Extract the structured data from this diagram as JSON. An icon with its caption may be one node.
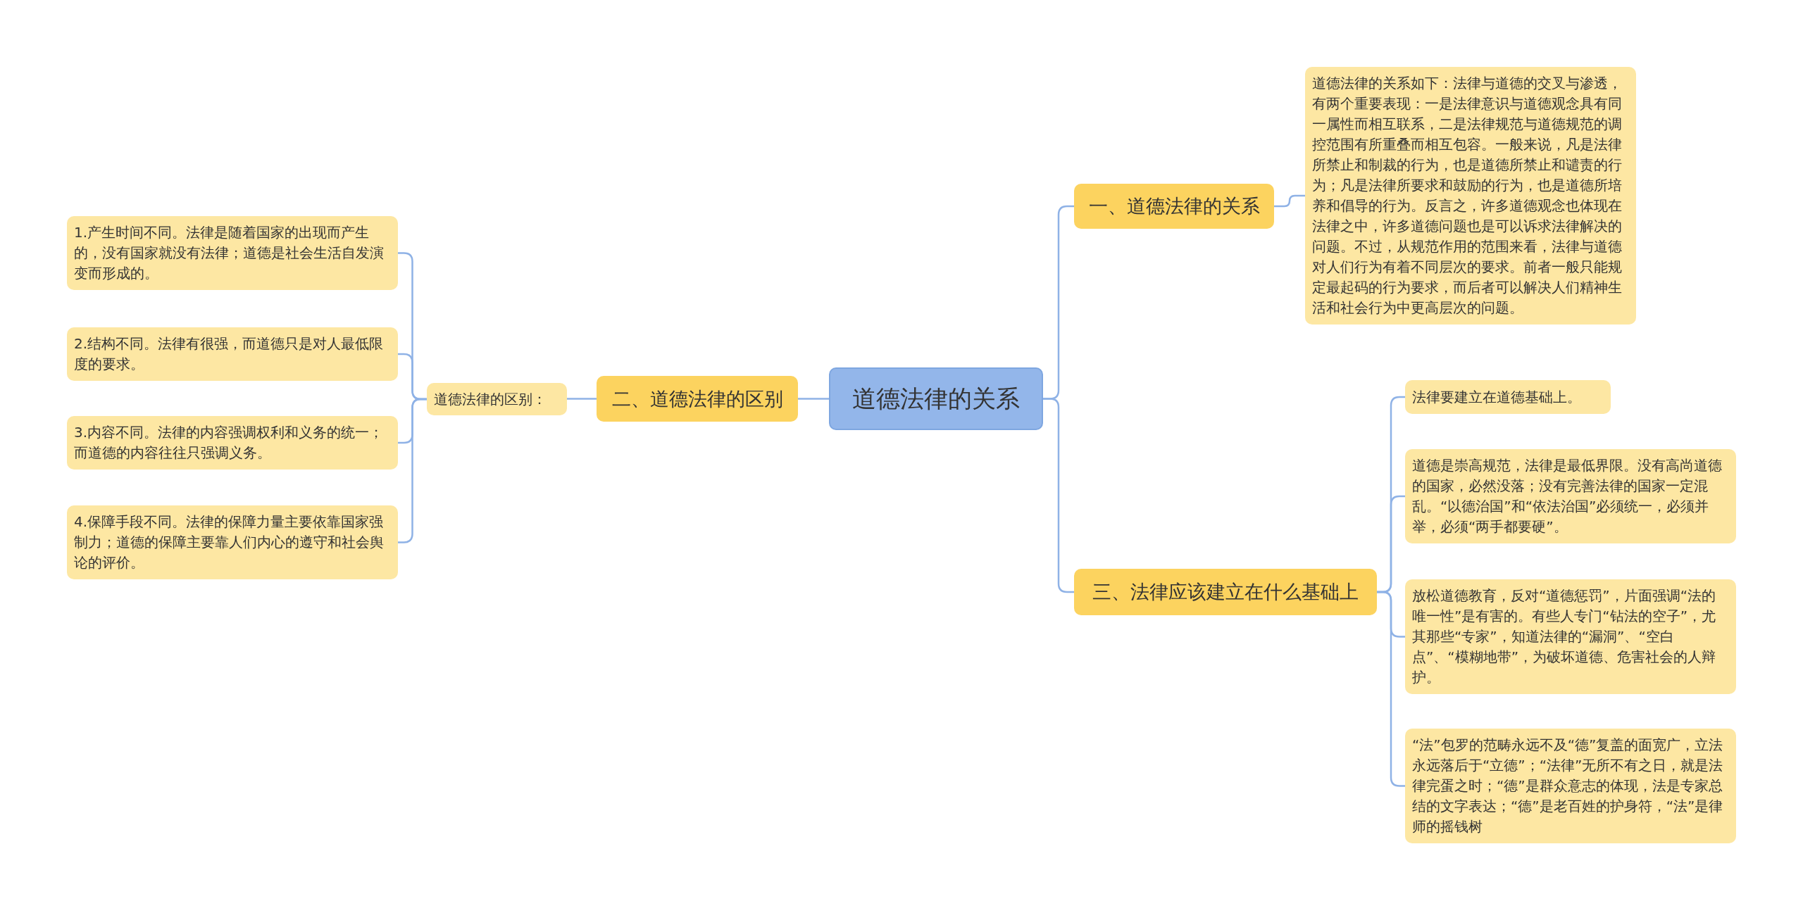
{
  "diagram": {
    "nodes": [
      {
        "text": [
          "道德法律的关系"
        ]
      },
      {
        "text": [
          "一、道德法律的关系"
        ]
      },
      {
        "text": [
          "道德法律的关系如下：法律与道德的交叉与渗透，有两个重要表现：一是法律意识与道德观念具有同一属性而相互联系，二是法律规范与道德规范的调控范围有所重叠而相互包容。一般来说，凡是法律所禁止和制裁的行为，也是道德所禁止和谴责的行为；凡是法律所要求和鼓励的行为，也是道德所培养和倡导的行为。反言之，许多道德观念也体现在法律之中，许多道德问题也是可以诉求法律解决的问题。不过，从规范作用的范围来看，法律与道德对人们行为有着不同层次的要求。前者一般只能规定最起码的行为要求，而后者可以解决人们精神生活和社会行为中更高层次的问题。"
        ]
      },
      {
        "text": [
          "二、道德法律的区别"
        ]
      },
      {
        "text": [
          "道德法律的区别："
        ]
      },
      {
        "text": [
          "1.产生时间不同。法律是随着国家的出现而产生的，没有国家就没有法律；道德是社会生活自发演变而形成的。"
        ]
      },
      {
        "text": [
          "2.结构不同。法律有很强，而道德只是对人最低限度的要求。"
        ]
      },
      {
        "text": [
          "3.内容不同。法律的内容强调权利和义务的统一；而道德的内容往往只强调义务。"
        ]
      },
      {
        "text": [
          "4.保障手段不同。法律的保障力量主要依靠国家强制力；道德的保障主要靠人们内心的遵守和社会舆论的评价。"
        ]
      },
      {
        "text": [
          "三、法律应该建立在什么基础上"
        ]
      },
      {
        "text": [
          "法律要建立在道德基础上。"
        ]
      },
      {
        "text": [
          "道德是崇高规范，法律是最低界限。没有高尚道德的国家，必然没落；没有完善法律的国家一定混乱。“以德治国”和“依法治国”必须统一，必须并举，必须“两手都要硬”。"
        ]
      },
      {
        "text": [
          "放松道德教育，反对“道德惩罚”，片面强调“法的唯一性”是有害的。有些人专门“钻法的空子”，尤其那些“专家”，知道法律的“漏洞”、“空白点”、“模糊地带”，为破坏道德、危害社会的人辩护。"
        ]
      },
      {
        "text": [
          "“法”包罗的范畴永远不及“德”复盖的面宽广，立法永远落后于“立德”；“法律”无所不有之日，就是法律完蛋之时；“德”是群众意志的体现，法是专家总结的文字表达；“德”是老百姓的护身符，“法”是律师的摇钱树"
        ]
      }
    ],
    "edges": [
      {
        "from": 0,
        "to": 1,
        "arrow": "none"
      },
      {
        "from": 1,
        "to": 2,
        "arrow": "none"
      },
      {
        "from": 0,
        "to": 3,
        "arrow": "none"
      },
      {
        "from": 3,
        "to": 4,
        "arrow": "none"
      },
      {
        "from": 4,
        "to": 5,
        "arrow": "none"
      },
      {
        "from": 4,
        "to": 6,
        "arrow": "none"
      },
      {
        "from": 4,
        "to": 7,
        "arrow": "none"
      },
      {
        "from": 4,
        "to": 8,
        "arrow": "none"
      },
      {
        "from": 0,
        "to": 9,
        "arrow": "none"
      },
      {
        "from": 9,
        "to": 10,
        "arrow": "none"
      },
      {
        "from": 9,
        "to": 11,
        "arrow": "none"
      },
      {
        "from": 9,
        "to": 12,
        "arrow": "none"
      },
      {
        "from": 9,
        "to": 13,
        "arrow": "none"
      }
    ]
  }
}
